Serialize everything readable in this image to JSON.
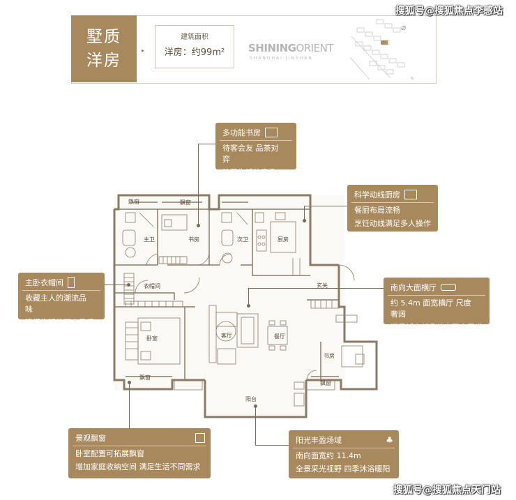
{
  "header": {
    "title_line1": "墅质",
    "title_line2": "洋房",
    "area_label": "建筑面积",
    "area_value": "洋房：约99m²",
    "brand_strong": "SHINING",
    "brand_thin": "ORIENT",
    "brand_sub": "SHANGHAI·JINSHAN",
    "compass": "N"
  },
  "watermarks": {
    "top": "搜狐号@搜狐焦点李感站",
    "bottom": "搜狐号@搜狐焦点天门站"
  },
  "rooms": {
    "bay1": "飘窗",
    "bay2": "飘窗",
    "bay3": "飘窗",
    "bay4": "飘窗",
    "master_bath": "主卫",
    "study_north": "书房",
    "second_bath": "次卫",
    "kitchen": "厨房",
    "closet": "衣帽间",
    "entrance": "玄关",
    "master_bedroom": "卧室",
    "living": "客厅",
    "dining": "餐厅",
    "study_south": "书房",
    "balcony": "阳台"
  },
  "callouts": {
    "study": {
      "title": "多功能书房",
      "line1": "待客会友 品茶对弈",
      "line2": "珍藏生活的意趣",
      "icon": "bookshelf-icon"
    },
    "kitchen": {
      "title": "科学动线厨房",
      "line1": "餐厨布局流畅",
      "line2": "烹饪动线满足多人操作",
      "icon": "stove-icon"
    },
    "closet": {
      "title": "主卧衣帽间",
      "line1": "收藏主人的潮流品味",
      "line2": "演绎生活的百变风采",
      "icon": "wardrobe-icon"
    },
    "living": {
      "title": "南向大面横厅",
      "line1": "约 5.4m 面宽横厅  尺度奢阔",
      "line2": "满足城市新贵社交聚会需求",
      "icon": "sofa-icon"
    },
    "bay": {
      "title": "景观飘窗",
      "line1": "卧室配置可拓展飘窗",
      "line2": "增加家庭收纳空间  满足生活不同需求",
      "icon": "window-icon"
    },
    "balcony": {
      "title": "阳光丰盈场域",
      "line1": "南向面宽约 11.4m",
      "line2": "全景采光视野  四季沐浴暖阳",
      "icon": "plant-icon"
    }
  },
  "colors": {
    "accent": "#a8895d",
    "wall": "#8b7b66",
    "floor": "#fbf9f5",
    "leader": "#7a6a55"
  }
}
